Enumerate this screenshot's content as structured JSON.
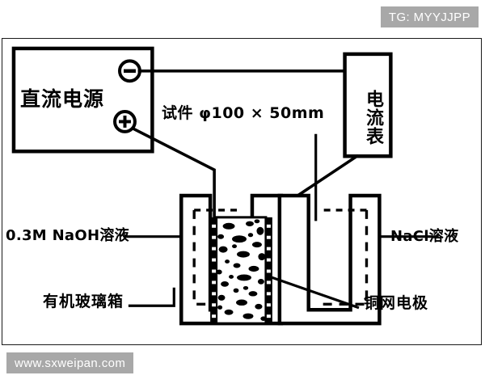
{
  "watermarks": {
    "top_right": "TG: MYYJJPP",
    "bottom_left": "www.sxweipan.com"
  },
  "figure": {
    "title_alt": "氯离子电迁试验装置示意图",
    "colors": {
      "ink": "#000000",
      "frame": "#1a1a1a",
      "paper": "#ffffff",
      "watermark_bg": "#a8a8a8",
      "watermark_text": "#ffffff"
    }
  },
  "components": {
    "power_supply": {
      "label": "直流电源",
      "terminal_negative": "−",
      "terminal_positive": "+"
    },
    "ammeter": {
      "label": "电流表"
    },
    "specimen": {
      "label": "试件 φ100 × 50mm"
    },
    "left_solution": {
      "label": "0.3M NaOH溶液"
    },
    "right_solution": {
      "label": "NaCl溶液"
    },
    "tank": {
      "label": "有机玻璃箱"
    },
    "electrode": {
      "label": "铜网电极"
    }
  }
}
